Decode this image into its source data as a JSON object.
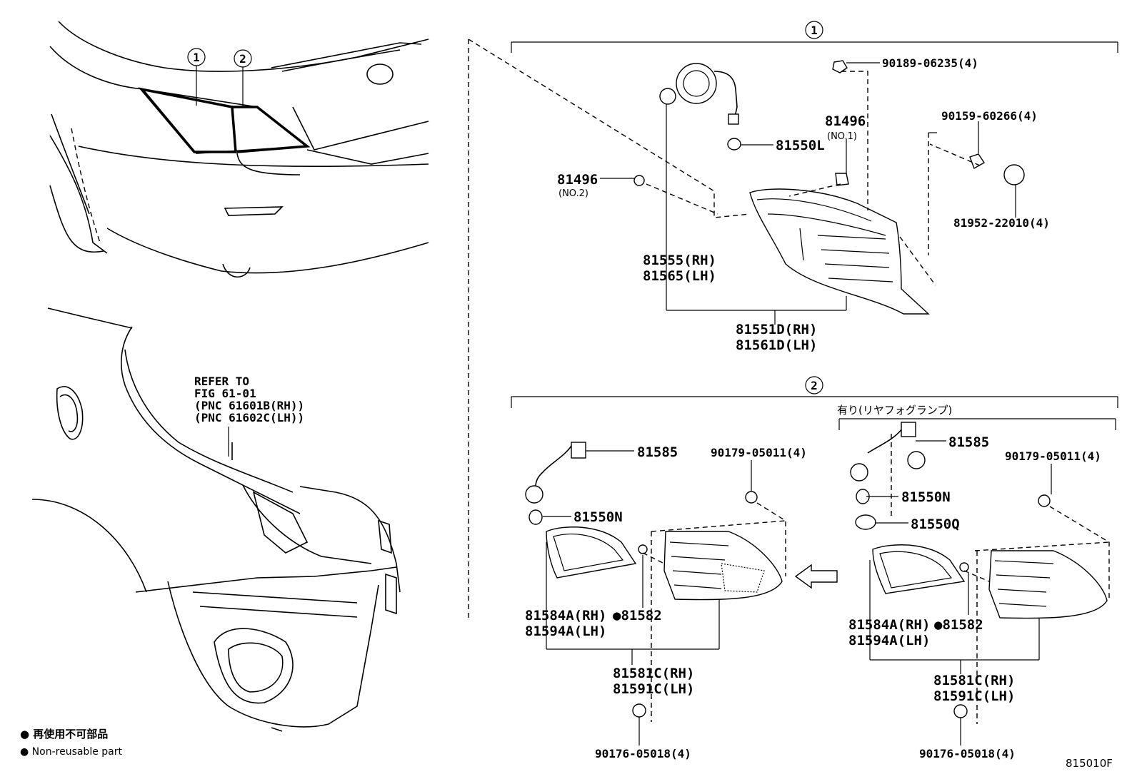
{
  "callouts": {
    "c1": "1",
    "c2": "2"
  },
  "refer": {
    "line1": "REFER TO",
    "line2": "FIG 61-01",
    "line3": "(PNC 61601B(RH))",
    "line4": "(PNC 61602C(LH))"
  },
  "group1": {
    "screw_top": "90189-06235(4)",
    "screw_right": "90159-60266(4)",
    "cover": "81952-22010(4)",
    "clip_no1_num": "81496",
    "clip_no1_sub": "(NO.1)",
    "clip_no2_num": "81496",
    "clip_no2_sub": "(NO.2)",
    "bulb": "81550L",
    "socket_rh": "81555(RH)",
    "socket_lh": "81565(LH)",
    "lamp_rh": "81551D(RH)",
    "lamp_lh": "81561D(LH)"
  },
  "group2": {
    "option_label": "有り(リヤフォグランプ)",
    "left": {
      "wire": "81585",
      "bulb": "81550N",
      "nut": "90179-05011(4)",
      "gasket_rh": "81584A(RH)",
      "gasket_lh": "81594A(LH)",
      "clip": "●81582",
      "lamp_rh": "81581C(RH)",
      "lamp_lh": "81591C(LH)",
      "screw": "90176-05018(4)"
    },
    "right": {
      "wire": "81585",
      "bulb_n": "81550N",
      "bulb_q": "81550Q",
      "nut": "90179-05011(4)",
      "gasket_rh": "81584A(RH)",
      "gasket_lh": "81594A(LH)",
      "clip": "●81582",
      "lamp_rh": "81581C(RH)",
      "lamp_lh": "81591C(LH)",
      "screw": "90176-05018(4)"
    }
  },
  "legend": {
    "jp": "● 再使用不可部品",
    "en": "● Non-reusable part"
  },
  "figure_id": "815010F"
}
